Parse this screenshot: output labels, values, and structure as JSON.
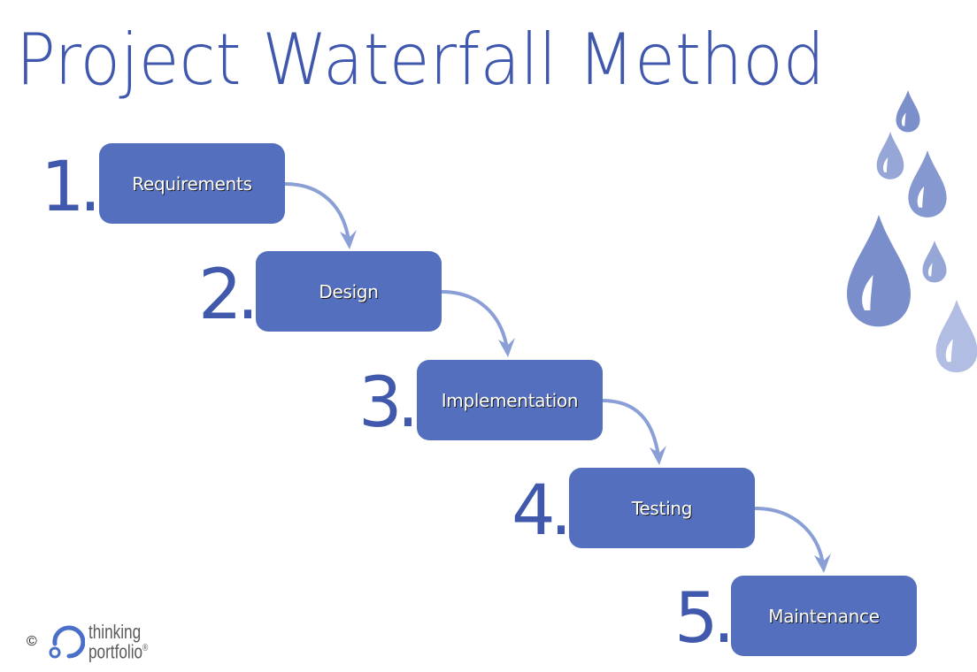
{
  "title": "Project Waterfall Method",
  "steps": [
    {
      "number": "1.",
      "label": "Requirements"
    },
    {
      "number": "2.",
      "label": "Design"
    },
    {
      "number": "3.",
      "label": "Implementation"
    },
    {
      "number": "4.",
      "label": "Testing"
    },
    {
      "number": "5.",
      "label": "Maintenance"
    }
  ],
  "colors": {
    "title": "#3f58ad",
    "box": "#536fbd",
    "arrow": "#8a9fd6",
    "drop": "#7b8fcb"
  },
  "footer": {
    "copyright": "©",
    "logo_line1": "thinking",
    "logo_line2": "portfolio",
    "logo_reg": "®"
  }
}
